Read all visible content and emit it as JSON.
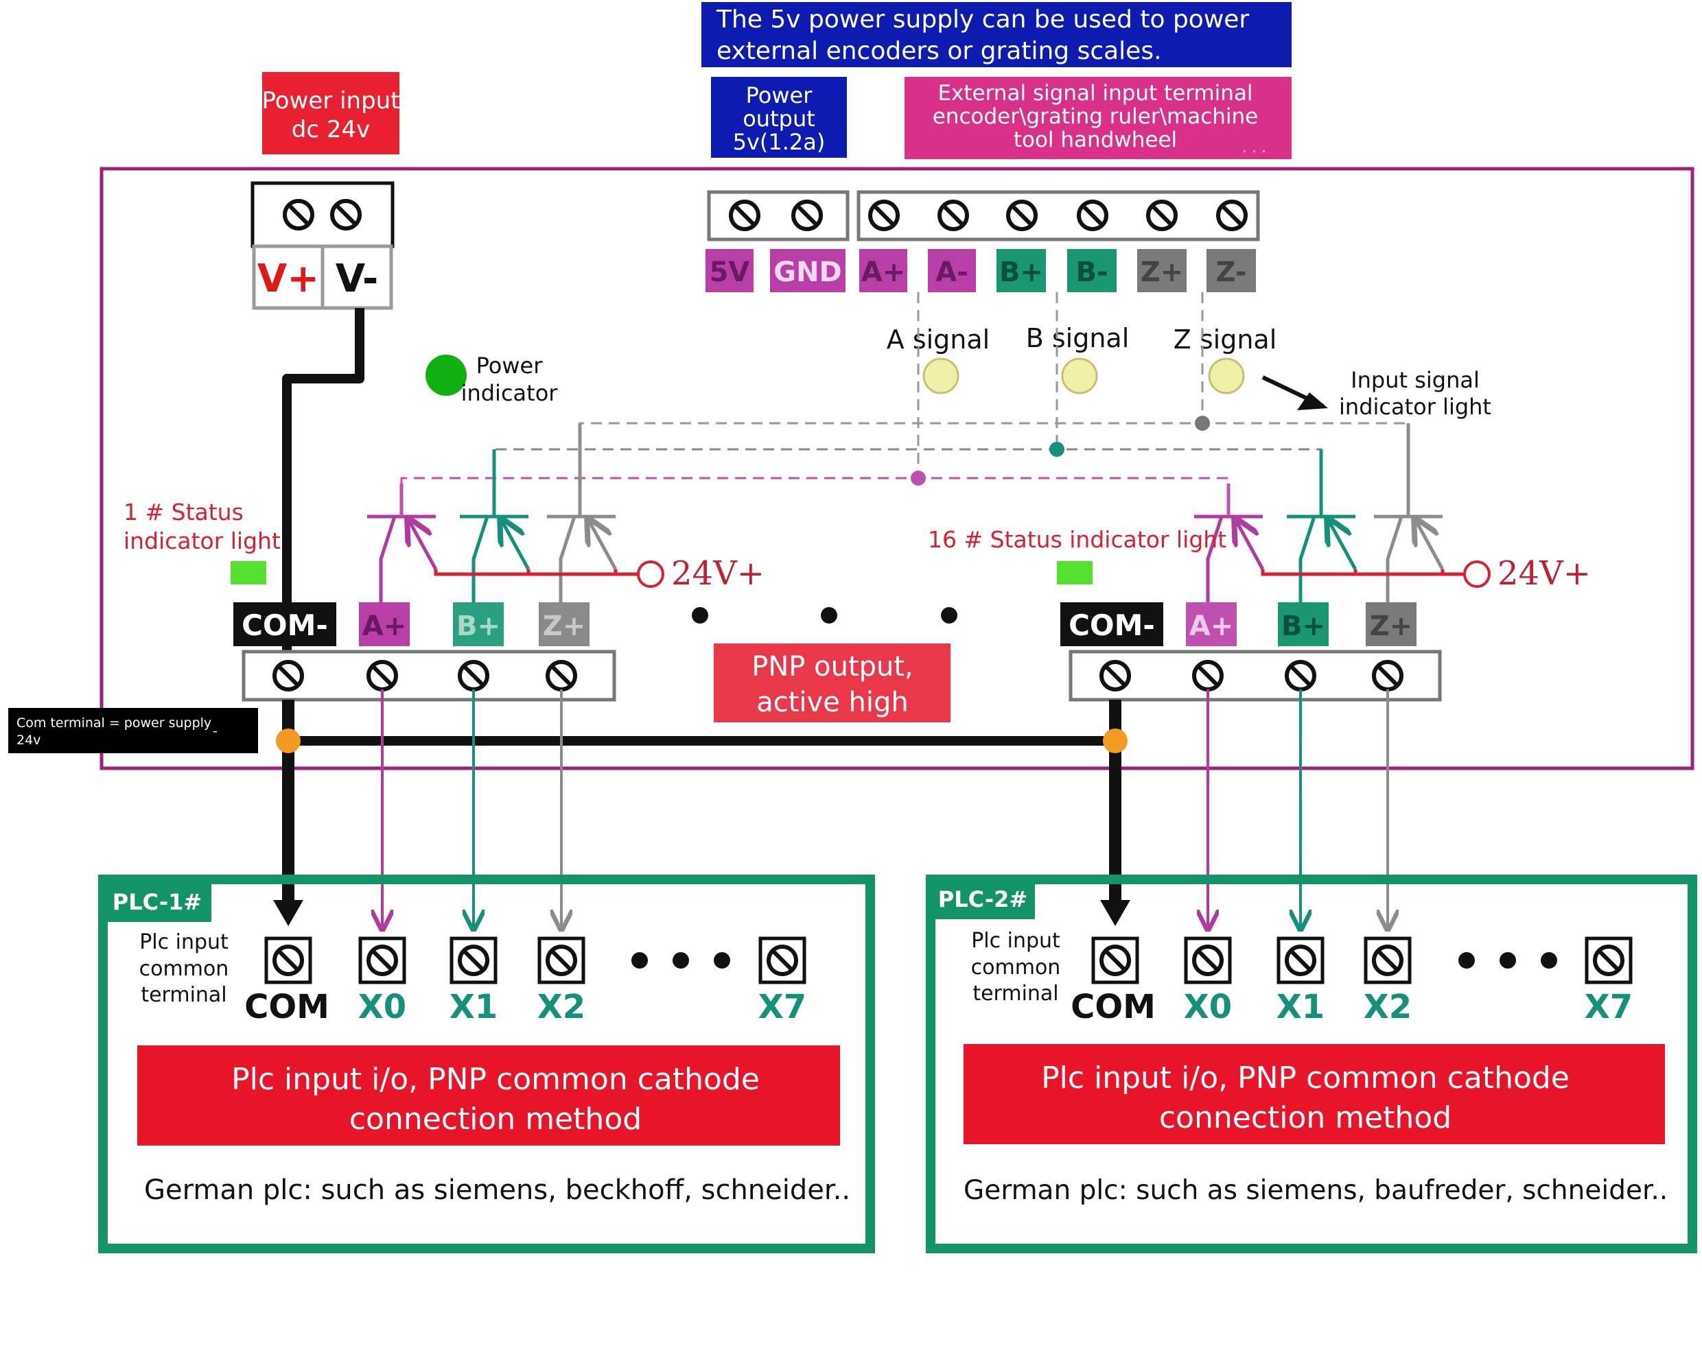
{
  "colors": {
    "magenta": "#b03aa0",
    "green": "#15907a",
    "gray": "#8c8c8c",
    "red": "#d92030",
    "board": "#a0207e",
    "plc_border": "#139468",
    "blue": "#0d1bb0",
    "pink": "#d9308a",
    "orange": "#f39a22",
    "power_green": "#10b010",
    "status_green": "#55e030",
    "signal_yellow": "#efefa8"
  },
  "top_labels": {
    "supply_note_line1": "The 5v power supply can be used to power",
    "supply_note_line2": "external encoders or grating scales.",
    "power_output_line1": "Power",
    "power_output_line2": "output",
    "power_output_line3": "5v(1.2a)",
    "ext_input_line1": "External signal input terminal",
    "ext_input_line2": "encoder\\grating ruler\\machine",
    "ext_input_line3": "tool handwheel",
    "ext_input_dots": ". . .",
    "power_input_line1": "Power input",
    "power_input_line2": "dc 24v"
  },
  "power_terminals": {
    "vplus": "V+",
    "vminus": "V-"
  },
  "input_terminals": [
    "5V",
    "GND",
    "A+",
    "A-",
    "B+",
    "B-",
    "Z+",
    "Z-"
  ],
  "signals": {
    "a": "A signal",
    "b": "B signal",
    "z": "Z signal"
  },
  "indicators": {
    "power_line1": "Power",
    "power_line2": "indicator",
    "input_line1": "Input signal",
    "input_line2": "indicator light",
    "status1_line1": "1 # Status",
    "status1_line2": "indicator light",
    "status16": "16 # Status indicator light"
  },
  "voltage": "24V+",
  "output_terminals": [
    "COM-",
    "A+",
    "B+",
    "Z+"
  ],
  "pnp_line1": "PNP output,",
  "pnp_line2": "active high",
  "com_note_line1": "Com terminal = power supply",
  "com_note_line2": "24v",
  "com_note_dash": "-",
  "plc": [
    {
      "name": "PLC-1#",
      "common_line1": "Plc input",
      "common_line2": "common",
      "common_line3": "terminal",
      "terminals": [
        "COM",
        "X0",
        "X1",
        "X2",
        "X7"
      ],
      "method_line1": "Plc input i/o, PNP common cathode",
      "method_line2": "connection method",
      "brands": "German plc: such as siemens, beckhoff, schneider.."
    },
    {
      "name": "PLC-2#",
      "common_line1": "Plc input",
      "common_line2": "common",
      "common_line3": "terminal",
      "terminals": [
        "COM",
        "X0",
        "X1",
        "X2",
        "X7"
      ],
      "method_line1": "Plc input i/o, PNP common cathode",
      "method_line2": "connection method",
      "brands": "German plc: such as siemens, baufreder, schneider.."
    }
  ]
}
